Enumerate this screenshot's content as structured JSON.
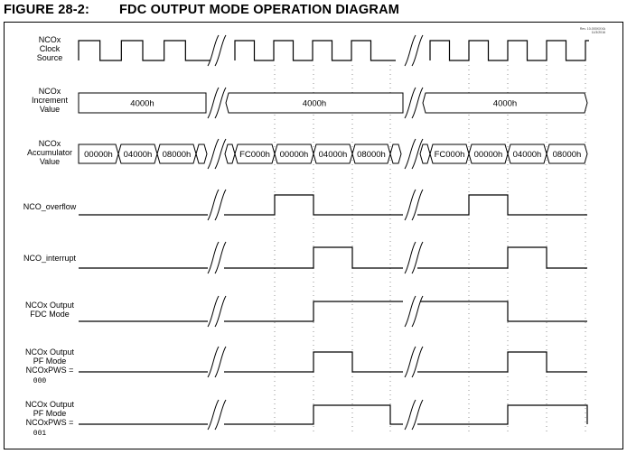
{
  "figure": {
    "number": "FIGURE 28-2:",
    "title": "FDC OUTPUT MODE OPERATION DIAGRAM",
    "revision_line1": "Rev. 10-000XXXA",
    "revision_line2": "11/3/2016"
  },
  "signals": [
    {
      "id": "clock",
      "lines": [
        "NCOx",
        "Clock",
        "Source"
      ],
      "mono": []
    },
    {
      "id": "increment",
      "lines": [
        "NCOx",
        "Increment",
        "Value"
      ],
      "mono": []
    },
    {
      "id": "accumulator",
      "lines": [
        "NCOx",
        "Accumulator",
        "Value"
      ],
      "mono": []
    },
    {
      "id": "overflow",
      "lines": [
        "NCO_overflow"
      ],
      "mono": []
    },
    {
      "id": "interrupt",
      "lines": [
        "NCO_interrupt"
      ],
      "mono": []
    },
    {
      "id": "fdc",
      "lines": [
        "NCOx Output",
        "FDC Mode"
      ],
      "mono": []
    },
    {
      "id": "pf000",
      "lines": [
        "NCOx Output",
        "PF Mode",
        "NCOxPWS ="
      ],
      "mono": [
        "000"
      ]
    },
    {
      "id": "pf001",
      "lines": [
        "NCOx Output",
        "PF Mode",
        "NCOxPWS ="
      ],
      "mono": [
        "001"
      ]
    }
  ],
  "increment_values": [
    "4000h",
    "4000h",
    "4000h"
  ],
  "accumulator_values": [
    "00000h",
    "04000h",
    "08000h",
    "FC000h",
    "00000h",
    "04000h",
    "08000h",
    "FC000h",
    "00000h",
    "04000h",
    "08000h"
  ]
}
